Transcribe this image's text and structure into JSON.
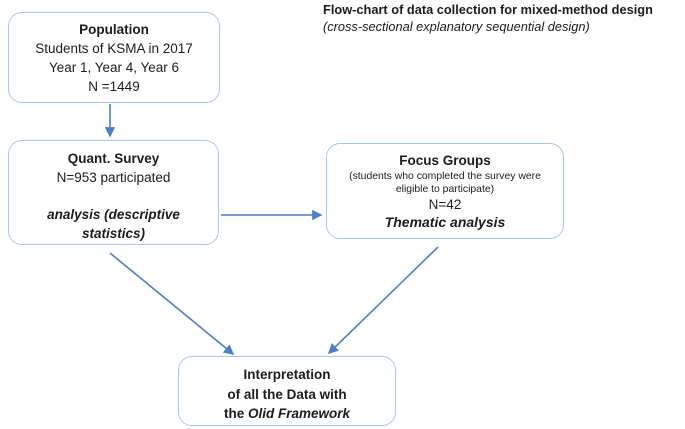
{
  "title": {
    "heading": "Flow-chart of data collection for mixed-method design",
    "subheading": "(cross-sectional explanatory sequential design)"
  },
  "boxes": {
    "population": {
      "title": "Population",
      "line1": "Students of KSMA in 2017",
      "line2": "Year 1, Year 4, Year 6",
      "line3": "N =1449"
    },
    "quant_survey": {
      "title": "Quant. Survey",
      "line1": "N=953 participated",
      "analysis_line1": "analysis (descriptive",
      "analysis_line2": "statistics)"
    },
    "focus_groups": {
      "title": "Focus Groups",
      "note_line1": "(students who completed the survey were",
      "note_line2": "eligible to participate)",
      "n_line": "N=42",
      "analysis": "Thematic analysis"
    },
    "interpretation": {
      "line1": "Interpretation",
      "line2": "of all the Data with",
      "line3_prefix": "the ",
      "line3_italic": "Olid Framework"
    }
  },
  "colors": {
    "box_border": "#a9c7eb",
    "arrow": "#4d7dcb",
    "text": "#1c1c1c"
  }
}
